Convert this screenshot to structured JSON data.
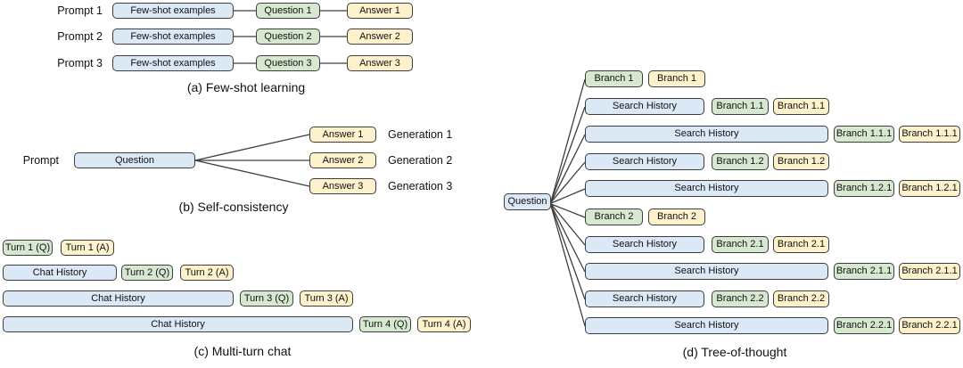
{
  "colors": {
    "blue": "#dbe8f6",
    "green": "#d7e8d1",
    "yellow": "#fef2cc",
    "border": "#3d3d3d",
    "line": "#3f3f3f"
  },
  "few_shot": {
    "caption": "(a) Few-shot learning",
    "rows": [
      {
        "prompt": "Prompt 1",
        "examples": "Few-shot examples",
        "question": "Question 1",
        "answer": "Answer 1"
      },
      {
        "prompt": "Prompt 2",
        "examples": "Few-shot examples",
        "question": "Question 2",
        "answer": "Answer 2"
      },
      {
        "prompt": "Prompt 3",
        "examples": "Few-shot examples",
        "question": "Question 3",
        "answer": "Answer 3"
      }
    ]
  },
  "self_consistency": {
    "caption": "(b) Self-consistency",
    "prompt_label": "Prompt",
    "question": "Question",
    "generations": [
      {
        "answer": "Answer 1",
        "label": "Generation 1"
      },
      {
        "answer": "Answer 2",
        "label": "Generation 2"
      },
      {
        "answer": "Answer 3",
        "label": "Generation 3"
      }
    ]
  },
  "multi_turn": {
    "caption": "(c) Multi-turn chat",
    "rows": [
      {
        "q": "Turn 1 (Q)",
        "a": "Turn 1 (A)"
      },
      {
        "history": "Chat History",
        "q": "Turn 2 (Q)",
        "a": "Turn 2 (A)"
      },
      {
        "history": "Chat History",
        "q": "Turn 3 (Q)",
        "a": "Turn 3 (A)"
      },
      {
        "history": "Chat History",
        "q": "Turn 4 (Q)",
        "a": "Turn 4 (A)"
      }
    ]
  },
  "tree_of_thought": {
    "caption": "(d) Tree-of-thought",
    "question": "Question",
    "rows": [
      {
        "green": "Branch 1",
        "yellow": "Branch 1"
      },
      {
        "history": "Search History",
        "green": "Branch 1.1",
        "yellow": "Branch 1.1"
      },
      {
        "history": "Search History",
        "green": "Branch 1.1.1",
        "yellow": "Branch 1.1.1"
      },
      {
        "history": "Search History",
        "green": "Branch 1.2",
        "yellow": "Branch 1.2"
      },
      {
        "history": "Search History",
        "green": "Branch 1.2.1",
        "yellow": "Branch 1.2.1"
      },
      {
        "green": "Branch 2",
        "yellow": "Branch 2"
      },
      {
        "history": "Search History",
        "green": "Branch 2.1",
        "yellow": "Branch 2.1"
      },
      {
        "history": "Search History",
        "green": "Branch 2.1.1",
        "yellow": "Branch 2.1.1"
      },
      {
        "history": "Search History",
        "green": "Branch 2.2",
        "yellow": "Branch 2.2"
      },
      {
        "history": "Search History",
        "green": "Branch 2.2.1",
        "yellow": "Branch 2.2.1"
      }
    ]
  }
}
